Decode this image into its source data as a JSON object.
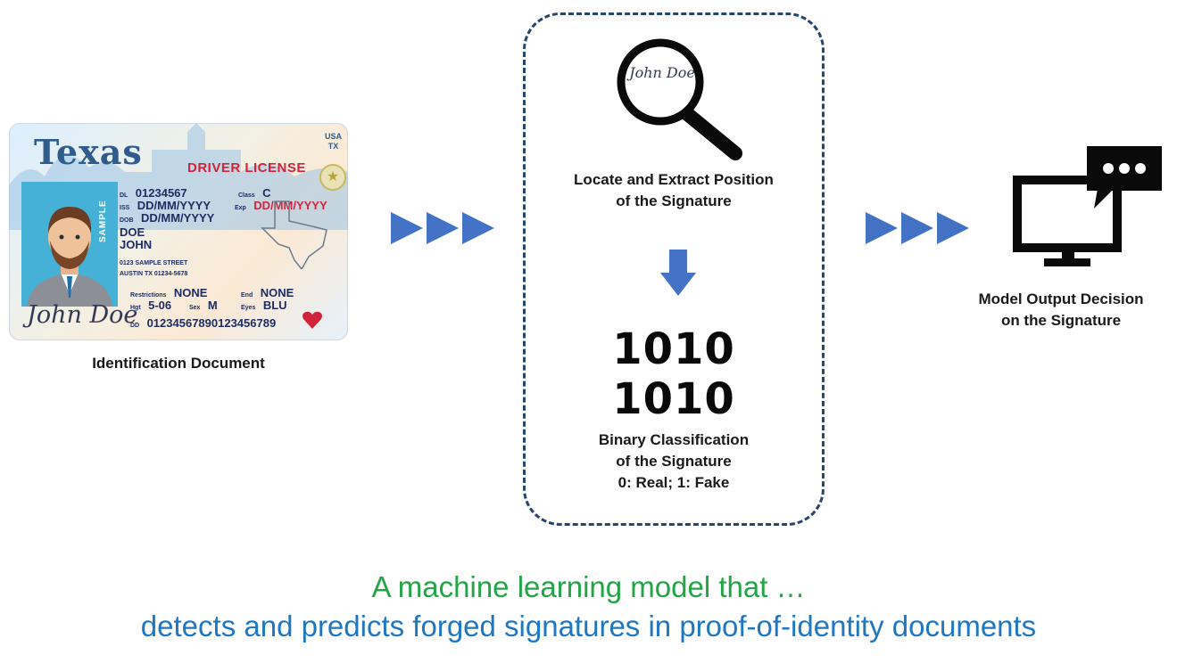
{
  "id_card": {
    "state": "Texas",
    "country_badge": [
      "USA",
      "TX"
    ],
    "title": "DRIVER LICENSE",
    "photo_watermark": "SAMPLE",
    "dl_label": "DL",
    "dl_number": "01234567",
    "class_label": "Class",
    "class_value": "C",
    "iss_label": "ISS",
    "iss_date": "DD/MM/YYYY",
    "exp_label": "Exp",
    "exp_date": "DD/MM/YYYY",
    "dob_label": "DOB",
    "dob_date": "DD/MM/YYYY",
    "last_name": "DOE",
    "first_name": "JOHN",
    "address_line1": "0123 SAMPLE STREET",
    "address_line2": "AUSTIN TX 01234-5678",
    "restrictions_label": "Restrictions",
    "restrictions_value": "NONE",
    "end_label": "End",
    "end_value": "NONE",
    "hgt_label": "Hgt",
    "hgt_value": "5-06",
    "sex_label": "Sex",
    "sex_value": "M",
    "eyes_label": "Eyes",
    "eyes_value": "BLU",
    "signature": "John Doe",
    "dd_label": "DD",
    "dd_number": "01234567890123456789"
  },
  "left_caption": "Identification Document",
  "magnifier_text": "John Doe",
  "locate_caption": [
    "Locate and Extract Position",
    "of the Signature"
  ],
  "binary_code": [
    "1010",
    "1010"
  ],
  "binary_caption": [
    "Binary Classification",
    "of the Signature",
    "0: Real; 1: Fake"
  ],
  "output_caption": [
    "Model Output Decision",
    "on the Signature"
  ],
  "headline": {
    "line1": "A machine learning model that  …",
    "line2": "detects and predicts forged signatures in proof-of-identity documents"
  },
  "colors": {
    "arrow": "#4472c4",
    "box_border": "#26466d",
    "headline_green": "#22a447",
    "headline_blue": "#1f77c2"
  },
  "icons": [
    "magnifier-icon",
    "down-arrow-icon",
    "monitor-icon",
    "chat-bubble-icon",
    "triangle-arrow-icon",
    "heart-icon"
  ]
}
